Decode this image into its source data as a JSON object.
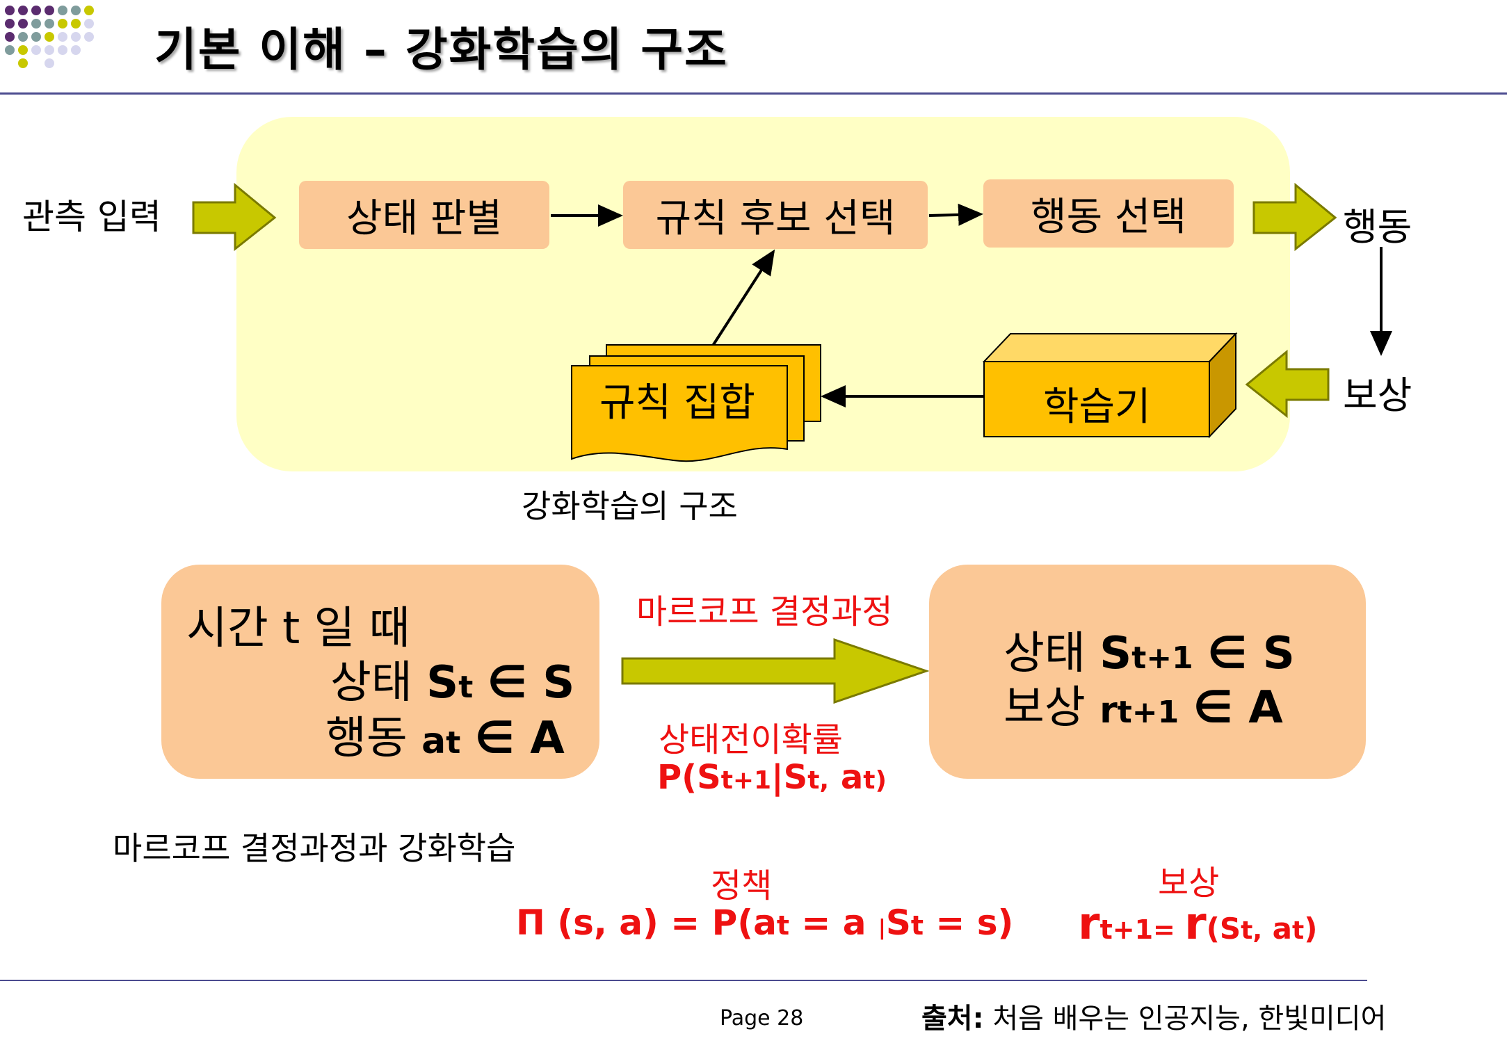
{
  "title": "기본 이해 – 강화학습의 구조",
  "colors": {
    "accent_olive": "#c8c800",
    "box_peach": "#fbc896",
    "panel_yellow": "#ffffc5",
    "stack_gold": "#ffc000",
    "red_text": "#ee1111",
    "rule": "#4b4b8f"
  },
  "diagram": {
    "input_label": "관측 입력",
    "state_box": "상태 판별",
    "candidate_box": "규칙 후보 선택",
    "action_box": "행동 선택",
    "output_action": "행동",
    "reward_label": "보상",
    "rule_set": "규칙 집합",
    "learner": "학습기",
    "caption": "강화학습의 구조"
  },
  "mdp": {
    "left_line1": "시간 t 일 때",
    "left_state_word": "상태",
    "left_state_var": "S",
    "left_state_sub": "t",
    "left_state_set": "∈ S",
    "left_action_word": "행동",
    "left_action_var": "a",
    "left_action_sub": "t",
    "left_action_set": "∈ A",
    "arrow_top": "마르코프 결정과정",
    "arrow_bottom": "상태전이확률",
    "prob_a": "P(S",
    "prob_b": "t+1",
    "prob_c": "|",
    "prob_d": "S",
    "prob_e": "t,",
    "prob_f": " a",
    "prob_g": "t",
    "prob_h": ")",
    "right_state_word": "상태",
    "right_state_var": "S",
    "right_state_sub": "t+1",
    "right_state_set": "∈ S",
    "right_reward_word": "보상",
    "right_reward_var": "r",
    "right_reward_sub": "t+1",
    "right_reward_set": "∈ A",
    "section_caption": "마르코프 결정과정과 강화학습"
  },
  "formulas": {
    "policy_label": "정책",
    "policy_a": "Π (s, a) = P(a",
    "policy_b": "t",
    "policy_c": " = a ",
    "policy_d": "|",
    "policy_e": "S",
    "policy_f": "t",
    "policy_g": " = s)",
    "reward_label": "보상",
    "reward_a": "r",
    "reward_b": "t+1",
    "reward_c": "= ",
    "reward_d": "r",
    "reward_e": "(S",
    "reward_f": "t,",
    "reward_g": " a",
    "reward_h": "t",
    "reward_i": ")"
  },
  "footer": {
    "page": "Page 28",
    "source_label": "출처:",
    "source_text": " 처음 배우는 인공지능, 한빛미디어"
  }
}
